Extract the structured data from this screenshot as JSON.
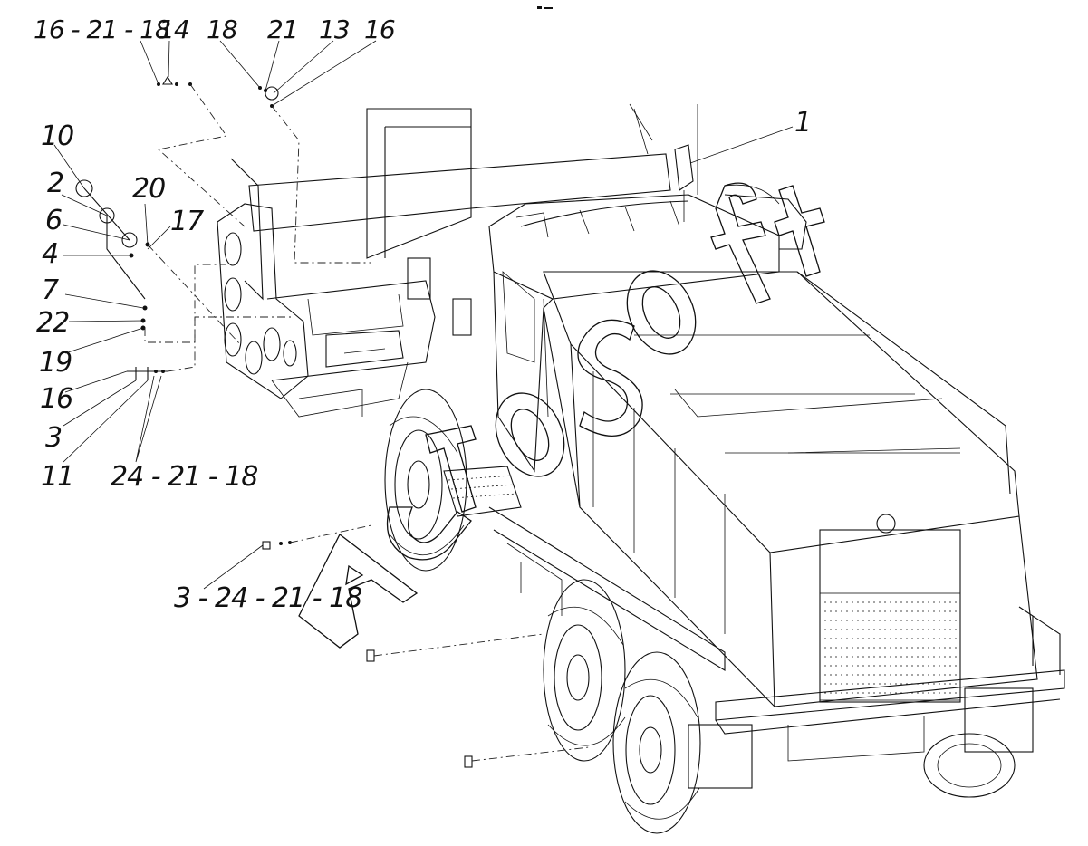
{
  "labels": {
    "top_left_group": "16 - 21 - 18",
    "l14": "14",
    "l18": "18",
    "l21": "21",
    "l13": "13",
    "l16_top": "16",
    "l1": "1",
    "l10": "10",
    "l2": "2",
    "l20": "20",
    "l6": "6",
    "l17": "17",
    "l4": "4",
    "l7": "7",
    "l22": "22",
    "l19": "19",
    "l16_mid": "16",
    "l3": "3",
    "l11": "11",
    "bottom_group_a": "24 - 21 - 18",
    "bottom_group_b": "3 - 24 - 21 - 18"
  },
  "watermark": {
    "text": "AutoSoft"
  },
  "colors": {
    "line": "#111111",
    "background": "#ffffff"
  }
}
